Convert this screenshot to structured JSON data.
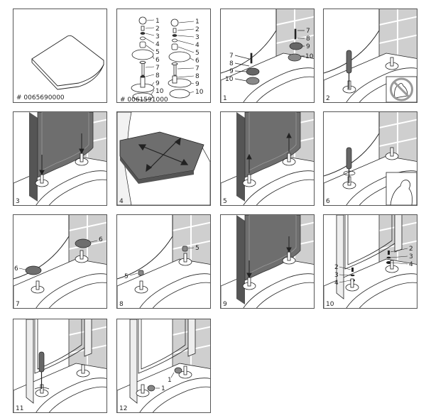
{
  "title": "Toilet seat installation instructions",
  "panels": [
    {
      "caption": "# 0065690000"
    },
    {
      "caption": "# 0061591000",
      "parts_left": [
        "1",
        "2",
        "3",
        "4",
        "5",
        "6",
        "7",
        "8",
        "9",
        "10"
      ],
      "parts_right": [
        "1",
        "2",
        "3",
        "4",
        "5",
        "6",
        "7",
        "8",
        "9",
        "10"
      ]
    },
    {
      "step": "1",
      "parts_left": [
        "7",
        "8",
        "9",
        "10"
      ],
      "parts_right": [
        "7",
        "8",
        "9",
        "10"
      ]
    },
    {
      "step": "2"
    },
    {
      "step": "3"
    },
    {
      "step": "4"
    },
    {
      "step": "5"
    },
    {
      "step": "6"
    },
    {
      "step": "7",
      "parts": [
        "6",
        "6"
      ]
    },
    {
      "step": "8",
      "parts": [
        "5",
        "5"
      ]
    },
    {
      "step": "9"
    },
    {
      "step": "10",
      "parts_left": [
        "2",
        "3",
        "4"
      ],
      "parts_right": [
        "2",
        "3",
        "4"
      ]
    },
    {
      "step": "11"
    },
    {
      "step": "12",
      "parts": [
        "1",
        "1"
      ]
    }
  ],
  "colors": {
    "tile": "#cfcfcf",
    "lid": "#6e6e6e",
    "line": "#222222",
    "prohibit": "#9a9a9a"
  }
}
